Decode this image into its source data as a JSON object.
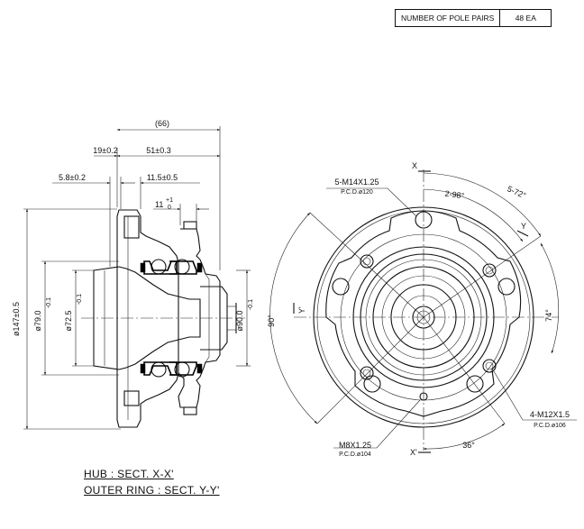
{
  "table": {
    "label": "NUMBER OF POLE PAIRS",
    "value": "48 EA"
  },
  "section_labels": {
    "hub": "HUB : SECT. X-X'",
    "outer_ring": "OUTER RING : SECT. Y-Y'"
  },
  "left_dims": {
    "overall": "(66)",
    "d19": "19±0.2",
    "d51": "51±0.3",
    "d58": "5.8±0.2",
    "d115": "11.5±0.5",
    "d11": "11",
    "d11_tol_upper": "+1",
    "d11_tol_lower": "0",
    "dia147": "ø147±0.5",
    "dia79": "ø79.0",
    "dia79_tol": "-0.1",
    "dia725": "ø72.5",
    "dia725_tol": "-0.1",
    "dia90": "ø90.0",
    "dia90_tol": "-0.1"
  },
  "right_dims": {
    "x_top": "X",
    "x_bottom": "X'",
    "y_top": "Y",
    "y_left": "Y'",
    "bolt_holes": "5-M14X1.25",
    "bolt_pcd": "P.C.D.ø120",
    "angle_2_98": "2-98°",
    "angle_5_72": "5-72°",
    "angle_90": "90°",
    "angle_74": "74°",
    "angle_36": "36°",
    "thread_m12": "4-M12X1.5",
    "thread_m12_pcd": "P.C.D.ø106",
    "thread_m8": "M8X1.25",
    "thread_m8_pcd": "P.C.D.ø104"
  }
}
